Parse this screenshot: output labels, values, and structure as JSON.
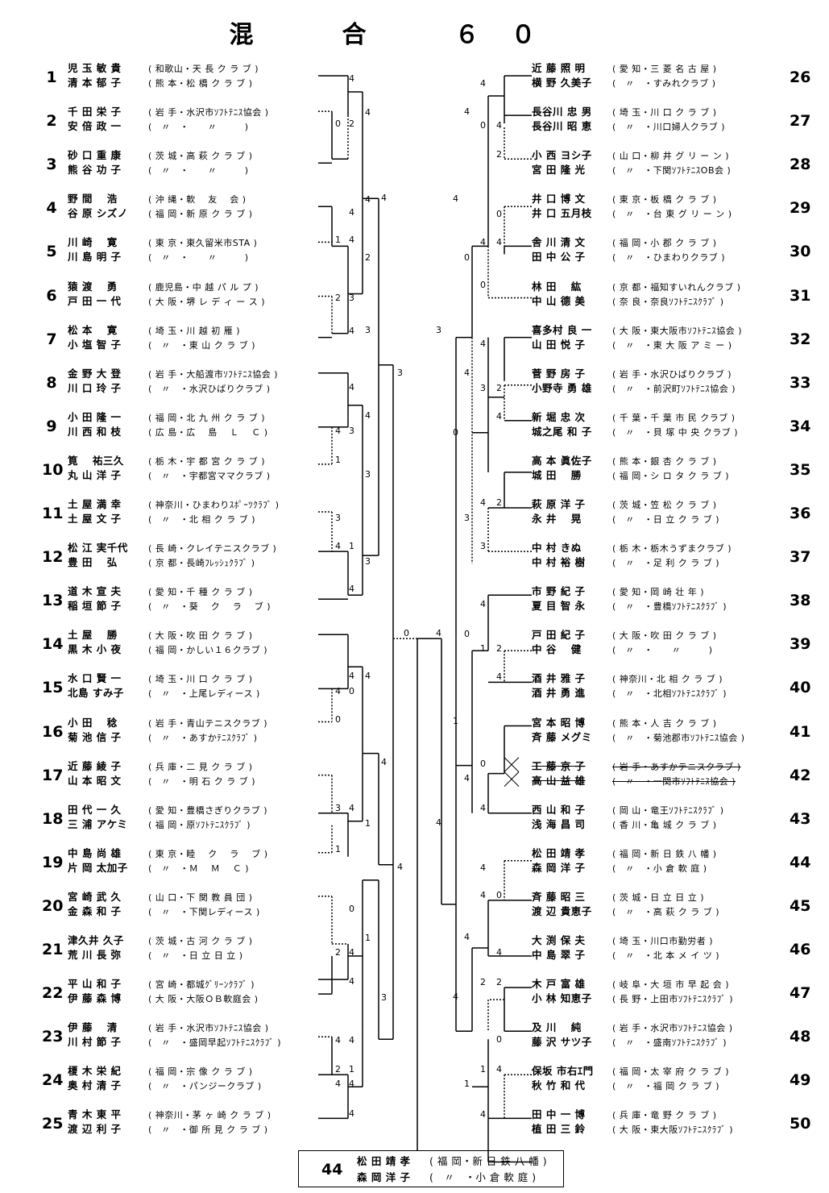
{
  "title": "混　合　６０",
  "left_entries": [
    {
      "seed": "1",
      "p1": "児 玉 敏 貴",
      "a1": "( 和歌山・天 長 ク ラ ブ )",
      "p2": "清 本 郁 子",
      "a2": "( 熊 本・松 橋 ク ラ ブ )"
    },
    {
      "seed": "2",
      "p1": "千 田 栄 子",
      "a1": "( 岩 手・水沢市ｿﾌﾄﾃﾆｽ協会 )",
      "p2": "安 倍 政 一",
      "a2": "(　〃　・　　〃　　　)"
    },
    {
      "seed": "3",
      "p1": "砂 口 重 康",
      "a1": "( 茨 城・高 萩 ク ラ ブ )",
      "p2": "熊 谷 功 子",
      "a2": "(　〃　・　　〃　　　)"
    },
    {
      "seed": "4",
      "p1": "野 間　 浩",
      "a1": "( 沖 縄・軟　 友　 会 )",
      "p2": "谷 原 シズノ",
      "a2": "( 福 岡・新 原 ク ラ ブ )"
    },
    {
      "seed": "5",
      "p1": "川 崎　 寛",
      "a1": "( 東 京・東久留米市STA )",
      "p2": "川 島 明 子",
      "a2": "(　〃　・　　〃　　　)"
    },
    {
      "seed": "6",
      "p1": "猿 渡　 勇",
      "a1": "( 鹿児島・中 越 パ ル プ )",
      "p2": "戸 田 一 代",
      "a2": "( 大 阪・堺 レ デ ィ ー ス )"
    },
    {
      "seed": "7",
      "p1": "松 本　 寛",
      "a1": "( 埼 玉・川 越 初 雁 )",
      "p2": "小 塩 智 子",
      "a2": "(　〃　・東 山 ク ラ ブ )"
    },
    {
      "seed": "8",
      "p1": "金 野 大 登",
      "a1": "( 岩 手・大船渡市ｿﾌﾄﾃﾆｽ協会 )",
      "p2": "川 口 玲 子",
      "a2": "(　〃　・水沢ひばりクラブ )"
    },
    {
      "seed": "9",
      "p1": "小 田 隆 一",
      "a1": "( 福 岡・北 九 州 ク ラ ブ )",
      "p2": "川 西 和 枝",
      "a2": "( 広 島・広　 島　 Ｌ　 Ｃ )"
    },
    {
      "seed": "10",
      "p1": "筧　 祐三久",
      "a1": "( 栃 木・宇 都 宮 ク ラ ブ )",
      "p2": "丸 山 洋 子",
      "a2": "(　〃　・宇都宮ママクラブ )"
    },
    {
      "seed": "11",
      "p1": "土 屋 満 幸",
      "a1": "( 神奈川・ひまわりｽﾎﾟｰﾂｸﾗﾌﾞ )",
      "p2": "土 屋 文 子",
      "a2": "(　〃　・北 相 ク ラ ブ )"
    },
    {
      "seed": "12",
      "p1": "松 江 実千代",
      "a1": "( 長 崎・クレイテニスクラブ )",
      "p2": "豊 田　 弘",
      "a2": "( 京 都・長崎ﾌﾚｯｼｭｸﾗﾌﾞ )"
    },
    {
      "seed": "13",
      "p1": "道 木 宣 夫",
      "a1": "( 愛 知・千 種 ク ラ ブ )",
      "p2": "稲 垣 節 子",
      "a2": "(　〃　・葵　 ク　 ラ　 ブ )"
    },
    {
      "seed": "14",
      "p1": "土 屋　 勝",
      "a1": "( 大 阪・吹 田 ク ラ ブ )",
      "p2": "黒 木 小 夜",
      "a2": "( 福 岡・かしい１６クラブ )"
    },
    {
      "seed": "15",
      "p1": "水 口 賢 一",
      "a1": "( 埼 玉・川 口 ク ラ ブ )",
      "p2": "北島 すみ子",
      "a2": "(　〃　・上尾レディース )"
    },
    {
      "seed": "16",
      "p1": "小 田　 稔",
      "a1": "( 岩 手・青山テニスクラブ )",
      "p2": "菊 池 信 子",
      "a2": "(　〃　・あすかﾃﾆｽｸﾗﾌﾞ )"
    },
    {
      "seed": "17",
      "p1": "近 藤 綾 子",
      "a1": "( 兵 庫・二 見 ク ラ ブ )",
      "p2": "山 本 昭 文",
      "a2": "(　〃　・明 石 ク ラ ブ )"
    },
    {
      "seed": "18",
      "p1": "田 代 一 久",
      "a1": "( 愛 知・豊橋さぎりクラブ )",
      "p2": "三 浦 アケミ",
      "a2": "( 福 岡・原ｿﾌﾄﾃﾆｽｸﾗﾌﾞ )"
    },
    {
      "seed": "19",
      "p1": "中 島 尚 雄",
      "a1": "( 東 京・睦　 ク　 ラ　 ブ )",
      "p2": "片 岡 太加子",
      "a2": "(　〃　・Ｍ　 Ｍ　 Ｃ )"
    },
    {
      "seed": "20",
      "p1": "宮 崎 武 久",
      "a1": "( 山 口・下 関 教 員 団 )",
      "p2": "金 森 和 子",
      "a2": "(　〃　・下関レディース )"
    },
    {
      "seed": "21",
      "p1": "津久井 久子",
      "a1": "( 茨 城・古 河 ク ラ ブ )",
      "p2": "荒 川 長 弥",
      "a2": "(　〃　・日 立 日 立 )"
    },
    {
      "seed": "22",
      "p1": "平 山 和 子",
      "a1": "( 宮 崎・都城ｸﾞﾘｰﾝｸﾗﾌﾞ )",
      "p2": "伊 藤 森 博",
      "a2": "( 大 阪・大阪ＯＢ軟庭会 )"
    },
    {
      "seed": "23",
      "p1": "伊 藤　 清",
      "a1": "( 岩 手・水沢市ｿﾌﾄﾃﾆｽ協会 )",
      "p2": "川 村 節 子",
      "a2": "(　〃　・盛岡早起ｿﾌﾄﾃﾆｽｸﾗﾌﾞ )"
    },
    {
      "seed": "24",
      "p1": "榎 木 栄 紀",
      "a1": "( 福 岡・宗 像 ク ラ ブ )",
      "p2": "奥 村 清 子",
      "a2": "(　〃　・パンジークラブ )"
    },
    {
      "seed": "25",
      "p1": "青 木 東 平",
      "a1": "( 神奈川・茅 ヶ 崎 ク ラ ブ )",
      "p2": "渡 辺 利 子",
      "a2": "(　〃　・御 所 見 ク ラ ブ )"
    }
  ],
  "right_entries": [
    {
      "seed": "26",
      "p1": "近 藤 照 明",
      "a1": "( 愛 知・三 菱 名 古 屋 )",
      "p2": "横 野 久美子",
      "a2": "(　〃　・すみれクラブ )"
    },
    {
      "seed": "27",
      "p1": "長谷川 忠 男",
      "a1": "( 埼 玉・川 口 ク ラ ブ )",
      "p2": "長谷川 昭 恵",
      "a2": "(　〃　・川口婦人クラブ )"
    },
    {
      "seed": "28",
      "p1": "小 西 ヨシ子",
      "a1": "( 山 口・柳 井 グ リ ー ン )",
      "p2": "宮 田 隆 光",
      "a2": "(　〃　・下関ｿﾌﾄﾃﾆｽOB会 )"
    },
    {
      "seed": "29",
      "p1": "井 口 博 文",
      "a1": "( 東 京・板 橋 ク ラ ブ )",
      "p2": "井 口 五月枝",
      "a2": "(　〃　・台 東 グ リ ー ン )"
    },
    {
      "seed": "30",
      "p1": "舎 川 清 文",
      "a1": "( 福 岡・小 郡 ク ラ ブ )",
      "p2": "田 中 公 子",
      "a2": "(　〃　・ひまわりクラブ )"
    },
    {
      "seed": "31",
      "p1": "林 田　 紘",
      "a1": "( 京 都・福知すいれんクラブ )",
      "p2": "中 山 德 美",
      "a2": "( 奈 良・奈良ｿﾌﾄﾃﾆｽｸﾗﾌﾞ )"
    },
    {
      "seed": "32",
      "p1": "喜多村 良 一",
      "a1": "( 大 阪・東大阪市ｿﾌﾄﾃﾆｽ協会 )",
      "p2": "山 田 悦 子",
      "a2": "(　〃　・東 大 阪 ア ミ ー )"
    },
    {
      "seed": "33",
      "p1": "菅 野 房 子",
      "a1": "( 岩 手・水沢ひばりクラブ )",
      "p2": "小野寺 勇 雄",
      "a2": "(　〃　・前沢町ｿﾌﾄﾃﾆｽ協会 )"
    },
    {
      "seed": "34",
      "p1": "新 堀 忠 次",
      "a1": "( 千 葉・千 葉 市 民 クラブ )",
      "p2": "城之尾 和 子",
      "a2": "(　〃　・貝 塚 中 央 クラブ )"
    },
    {
      "seed": "35",
      "p1": "高 本 眞佐子",
      "a1": "( 熊 本・銀 杏 ク ラ ブ )",
      "p2": "城 田　 勝",
      "a2": "( 福 岡・シ ロ タ ク ラ ブ )"
    },
    {
      "seed": "36",
      "p1": "萩 原 洋 子",
      "a1": "( 茨 城・笠 松 ク ラ ブ )",
      "p2": "永 井　 晃",
      "a2": "(　〃　・日 立 ク ラ ブ )"
    },
    {
      "seed": "37",
      "p1": "中 村 きぬ",
      "a1": "( 栃 木・栃木うずまクラブ )",
      "p2": "中 村 裕 樹",
      "a2": "(　〃　・足 利 ク ラ ブ )"
    },
    {
      "seed": "38",
      "p1": "市 野 紀 子",
      "a1": "( 愛 知・岡 崎 壮 年 )",
      "p2": "夏 目 智 永",
      "a2": "(　〃　・豊橋ｿﾌﾄﾃﾆｽｸﾗﾌﾞ )"
    },
    {
      "seed": "39",
      "p1": "戸 田 紀 子",
      "a1": "( 大 阪・吹 田 ク ラ ブ )",
      "p2": "中 谷　 健",
      "a2": "(　〃　・　　〃　　　)"
    },
    {
      "seed": "40",
      "p1": "酒 井 雅 子",
      "a1": "( 神奈川・北 相 ク ラ ブ )",
      "p2": "酒 井 勇 進",
      "a2": "(　〃　・北相ｿﾌﾄﾃﾆｽｸﾗﾌﾞ )"
    },
    {
      "seed": "41",
      "p1": "宮 本 昭 博",
      "a1": "( 熊 本・人 吉 ク ラ ブ )",
      "p2": "斉 藤 メグミ",
      "a2": "(　〃　・菊池郡市ｿﾌﾄﾃﾆｽ協会 )"
    },
    {
      "seed": "42",
      "p1": "工 藤 京 子",
      "a1": "( 岩 手・あすかテニスクラブ )",
      "p2": "高 山 益 雄",
      "a2": "(　〃　・一関市ｿﾌﾄﾃﾆｽ協会 )"
    },
    {
      "seed": "43",
      "p1": "西 山 和 子",
      "a1": "( 岡 山・竜王ｿﾌﾄﾃﾆｽｸﾗﾌﾞ )",
      "p2": "浅 海 昌 司",
      "a2": "( 香 川・亀 城 ク ラ ブ )"
    },
    {
      "seed": "44",
      "p1": "松 田 靖 孝",
      "a1": "( 福 岡・新 日 鉄 八 幡 )",
      "p2": "森 岡 洋 子",
      "a2": "(　〃　・小 倉 軟 庭 )"
    },
    {
      "seed": "45",
      "p1": "斉 藤 昭 三",
      "a1": "( 茨 城・日 立 日 立 )",
      "p2": "渡 辺 貴恵子",
      "a2": "(　〃　・高 萩 ク ラ ブ )"
    },
    {
      "seed": "46",
      "p1": "大 渕 保 夫",
      "a1": "( 埼 玉・川口市勤労者 )",
      "p2": "中 島 翠 子",
      "a2": "(　〃　・北 本 メ イ ツ )"
    },
    {
      "seed": "47",
      "p1": "木 戸 富 雄",
      "a1": "( 岐 阜・大 垣 市 早 起 会 )",
      "p2": "小 林 知恵子",
      "a2": "( 長 野・上田市ｿﾌﾄﾃﾆｽｸﾗﾌﾞ )"
    },
    {
      "seed": "48",
      "p1": "及 川　 純",
      "a1": "( 岩 手・水沢市ｿﾌﾄﾃﾆｽ協会 )",
      "p2": "藤 沢 サツ子",
      "a2": "(　〃　・盛南ｿﾌﾄﾃﾆｽｸﾗﾌﾞ )"
    },
    {
      "seed": "49",
      "p1": "保坂 市右ｴ門",
      "a1": "( 福 岡・太 宰 府 ク ラ ブ )",
      "p2": "秋 竹 和 代",
      "a2": "(　〃　・福 岡 ク ラ ブ )"
    },
    {
      "seed": "50",
      "p1": "田 中 一 博",
      "a1": "( 兵 庫・竜 野 ク ラ ブ )",
      "p2": "植 田 三 鈴",
      "a2": "( 大 阪・東大阪ｿﾌﾄﾃﾆｽｸﾗﾌﾞ )"
    }
  ],
  "scores": [
    [
      "4",
      433,
      98
    ],
    [
      "4",
      433,
      264
    ],
    [
      "4",
      433,
      411
    ],
    [
      "4",
      433,
      481
    ],
    [
      "4",
      433,
      731
    ],
    [
      "4",
      433,
      839
    ],
    [
      "4",
      433,
      1218
    ],
    [
      "4",
      433,
      1291
    ],
    [
      "4",
      433,
      1345
    ],
    [
      "4",
      433,
      1382
    ],
    [
      "4",
      416,
      1345
    ],
    [
      "0",
      416,
      154
    ],
    [
      "2",
      433,
      154
    ],
    [
      "1",
      416,
      298
    ],
    [
      "4",
      433,
      298
    ],
    [
      "2",
      416,
      370
    ],
    [
      "3",
      433,
      370
    ],
    [
      "4",
      416,
      535
    ],
    [
      "3",
      433,
      535
    ],
    [
      "1",
      416,
      571
    ],
    [
      "3",
      416,
      643
    ],
    [
      "4",
      416,
      678
    ],
    [
      "1",
      433,
      678
    ],
    [
      "4",
      416,
      858
    ],
    [
      "0",
      433,
      858
    ],
    [
      "0",
      416,
      893
    ],
    [
      "3",
      416,
      1003
    ],
    [
      "4",
      433,
      1003
    ],
    [
      "1",
      416,
      1054
    ],
    [
      "0",
      433,
      1128
    ],
    [
      "1",
      453,
      1164
    ],
    [
      "2",
      416,
      1182
    ],
    [
      "4",
      433,
      1182
    ],
    [
      "4",
      416,
      1291
    ],
    [
      "2",
      416,
      1327
    ],
    [
      "1",
      433,
      1327
    ],
    [
      "4",
      453,
      140
    ],
    [
      "4",
      453,
      248
    ],
    [
      "2",
      453,
      320
    ],
    [
      "3",
      453,
      410
    ],
    [
      "4",
      453,
      516
    ],
    [
      "3",
      453,
      589
    ],
    [
      "3",
      453,
      697
    ],
    [
      "4",
      453,
      839
    ],
    [
      "4",
      473,
      946
    ],
    [
      "1",
      453,
      1022
    ],
    [
      "3",
      473,
      1238
    ],
    [
      "4",
      473,
      246
    ],
    [
      "3",
      493,
      463
    ],
    [
      "4",
      493,
      1076
    ],
    [
      "0",
      501,
      786
    ],
    [
      "4",
      541,
      786
    ],
    [
      "4",
      541,
      1021
    ],
    [
      "3",
      541,
      410
    ],
    [
      "4",
      596,
      104
    ],
    [
      "4",
      576,
      139
    ],
    [
      "0",
      596,
      156
    ],
    [
      "4",
      616,
      156
    ],
    [
      "2",
      616,
      192
    ],
    [
      "4",
      562,
      247
    ],
    [
      "0",
      616,
      266
    ],
    [
      "4",
      596,
      301
    ],
    [
      "4",
      616,
      301
    ],
    [
      "0",
      576,
      320
    ],
    [
      "0",
      596,
      354
    ],
    [
      "4",
      596,
      427
    ],
    [
      "4",
      576,
      463
    ],
    [
      "3",
      596,
      482
    ],
    [
      "2",
      616,
      482
    ],
    [
      "4",
      616,
      517
    ],
    [
      "0",
      562,
      537
    ],
    [
      "4",
      596,
      624
    ],
    [
      "2",
      616,
      624
    ],
    [
      "3",
      576,
      643
    ],
    [
      "3",
      596,
      678
    ],
    [
      "4",
      596,
      750
    ],
    [
      "0",
      576,
      787
    ],
    [
      "1",
      596,
      805
    ],
    [
      "2",
      616,
      805
    ],
    [
      "4",
      616,
      840
    ],
    [
      "1",
      562,
      895
    ],
    [
      "0",
      596,
      948
    ],
    [
      "4",
      576,
      966
    ],
    [
      "4",
      596,
      1003
    ],
    [
      "4",
      596,
      1077
    ],
    [
      "4",
      596,
      1111
    ],
    [
      "0",
      616,
      1111
    ],
    [
      "4",
      576,
      1163
    ],
    [
      "4",
      616,
      1182
    ],
    [
      "2",
      596,
      1219
    ],
    [
      "2",
      616,
      1219
    ],
    [
      "4",
      562,
      1237
    ],
    [
      "0",
      616,
      1290
    ],
    [
      "1",
      596,
      1327
    ],
    [
      "4",
      616,
      1327
    ],
    [
      "1",
      576,
      1345
    ],
    [
      "4",
      596,
      1383
    ]
  ],
  "final": {
    "seed": "44",
    "p1": "松 田 靖 孝",
    "a1": "( 福 岡・新 日 鉄 八 幡 )",
    "p2": "森 岡 洋 子",
    "a2": "(　〃　・小 倉 軟 庭 )"
  }
}
